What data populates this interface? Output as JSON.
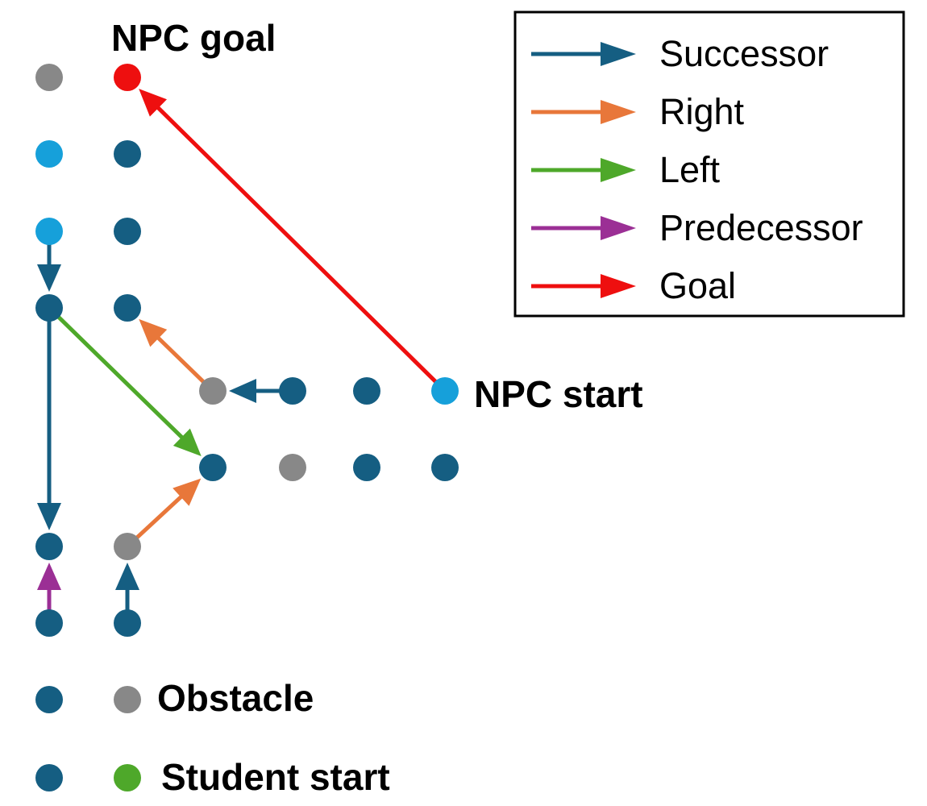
{
  "colors": {
    "node": "#155e82",
    "obstacle": "#888888",
    "npc_start": "#16a0da",
    "npc_goal": "#ee0f0f",
    "student_start": "#4ea82a",
    "successor": "#155e82",
    "right": "#e8773a",
    "left": "#4ea82a",
    "predecessor": "#9b2f95",
    "goal": "#ee0f0f"
  },
  "labels": {
    "npc_goal": "NPC goal",
    "npc_start": "NPC start",
    "obstacle": "Obstacle",
    "student_start": "Student start"
  },
  "legend": {
    "items": [
      {
        "key": "successor",
        "label": "Successor"
      },
      {
        "key": "right",
        "label": "Right"
      },
      {
        "key": "left",
        "label": "Left"
      },
      {
        "key": "predecessor",
        "label": "Predecessor"
      },
      {
        "key": "goal",
        "label": "Goal"
      }
    ]
  },
  "graph": {
    "nodes": [
      {
        "id": "c0r0",
        "kind": "obstacle"
      },
      {
        "id": "c1r0",
        "kind": "npc_goal"
      },
      {
        "id": "c0r1",
        "kind": "npc_start"
      },
      {
        "id": "c1r1",
        "kind": "node"
      },
      {
        "id": "c0r2",
        "kind": "npc_start"
      },
      {
        "id": "c1r2",
        "kind": "node"
      },
      {
        "id": "c0r3",
        "kind": "node"
      },
      {
        "id": "c1r3",
        "kind": "node"
      },
      {
        "id": "c2r4",
        "kind": "obstacle"
      },
      {
        "id": "c3r4",
        "kind": "node"
      },
      {
        "id": "c4r4",
        "kind": "node"
      },
      {
        "id": "c5r4",
        "kind": "npc_start"
      },
      {
        "id": "c2r5",
        "kind": "node"
      },
      {
        "id": "c3r5",
        "kind": "obstacle"
      },
      {
        "id": "c4r5",
        "kind": "node"
      },
      {
        "id": "c5r5",
        "kind": "node"
      },
      {
        "id": "c0r6",
        "kind": "node"
      },
      {
        "id": "c1r6",
        "kind": "obstacle"
      },
      {
        "id": "c0r7",
        "kind": "node"
      },
      {
        "id": "c1r7",
        "kind": "node"
      },
      {
        "id": "c0r8",
        "kind": "node"
      },
      {
        "id": "c0r9",
        "kind": "node"
      }
    ],
    "edges": [
      {
        "from": "c0r2",
        "to": "c0r3",
        "type": "successor"
      },
      {
        "from": "c0r3",
        "to": "c0r6",
        "type": "successor"
      },
      {
        "from": "c0r3",
        "to": "c2r5",
        "type": "left"
      },
      {
        "from": "c2r4",
        "to": "c1r3",
        "type": "right"
      },
      {
        "from": "c3r4",
        "to": "c2r4",
        "type": "successor"
      },
      {
        "from": "c5r4",
        "to": "c1r0",
        "type": "goal"
      },
      {
        "from": "c1r6",
        "to": "c2r5",
        "type": "right"
      },
      {
        "from": "c0r7",
        "to": "c0r6",
        "type": "predecessor"
      },
      {
        "from": "c1r7",
        "to": "c1r6",
        "type": "successor"
      }
    ]
  },
  "key_markers": [
    {
      "kind": "obstacle",
      "label_key": "obstacle"
    },
    {
      "kind": "student_start",
      "label_key": "student_start"
    }
  ]
}
